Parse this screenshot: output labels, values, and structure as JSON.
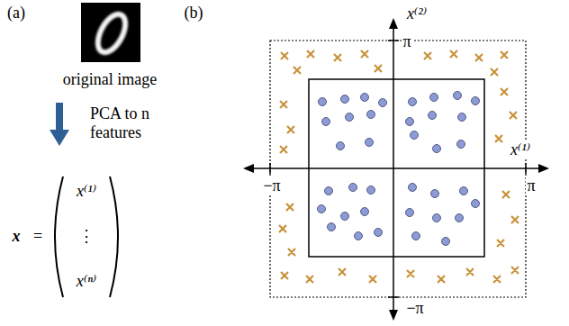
{
  "diagram": {
    "labels": [
      "(a)",
      "original image",
      "PCA to n features",
      "x",
      "=",
      "x⁽¹⁾",
      "⋮",
      "x⁽ⁿ⁾",
      "(b)",
      "x⁽²⁾",
      "π",
      "x⁽¹⁾",
      "π",
      "−π",
      "−π"
    ]
  }
}
